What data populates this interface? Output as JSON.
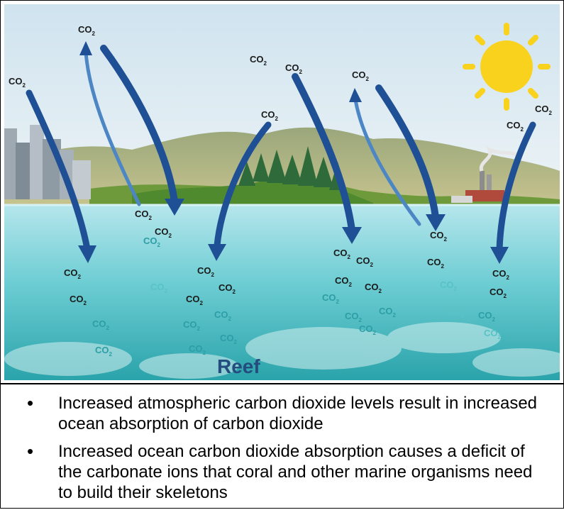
{
  "diagram": {
    "co2_label": "CO2",
    "reef_label": "Reef",
    "colors": {
      "sky_top": "#cfe3ef",
      "sky_bottom": "#eaf2f6",
      "ocean_top": "#aee3ea",
      "ocean_bottom": "#2fa6ad",
      "arrow": "#1f4f94",
      "arrow_light": "#4d86c4",
      "sun": "#f9d21e",
      "co2_dark": "#1a1a1a",
      "co2_teal": "#2d9ea5",
      "reef_text": "#244c7e"
    }
  },
  "caption": {
    "items": [
      "Increased atmospheric carbon dioxide levels result in increased ocean absorption of carbon dioxide",
      "Increased ocean carbon dioxide absorption causes a deficit of the carbonate ions that coral and other marine organisms need to build their skeletons"
    ]
  }
}
